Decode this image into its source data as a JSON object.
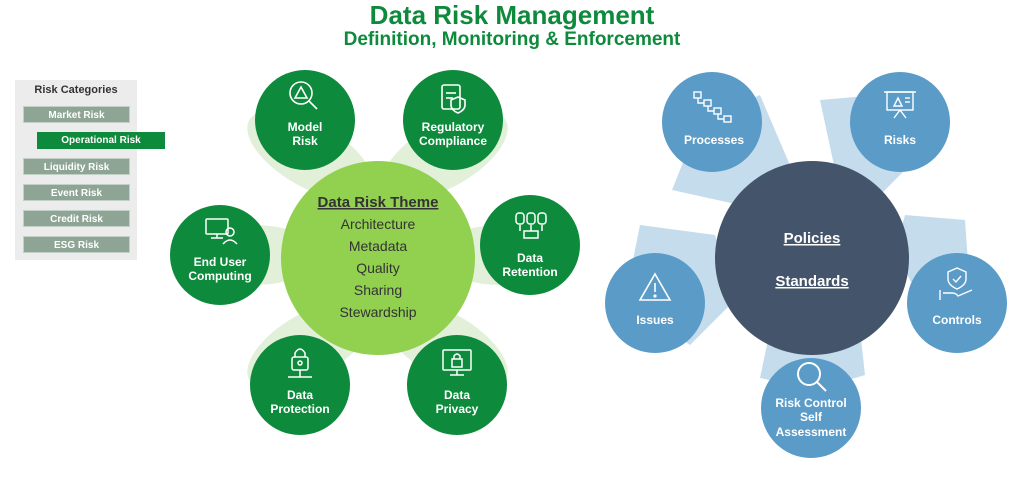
{
  "header": {
    "title": "Data Risk Management",
    "subtitle": "Definition, Monitoring & Enforcement"
  },
  "risk_categories": {
    "heading": "Risk Categories",
    "items": [
      {
        "label": "Market Risk",
        "active": false
      },
      {
        "label": "Operational Risk",
        "active": true
      },
      {
        "label": "Liquidity Risk",
        "active": false
      },
      {
        "label": "Event Risk",
        "active": false
      },
      {
        "label": "Credit Risk",
        "active": false
      },
      {
        "label": "ESG Risk",
        "active": false
      }
    ]
  },
  "left_diagram": {
    "center_title": "Data Risk Theme",
    "center_items": [
      "Architecture",
      "Metadata",
      "Quality",
      "Sharing",
      "Stewardship"
    ],
    "nodes": [
      {
        "id": "model-risk",
        "lines": [
          "Model",
          "Risk"
        ],
        "icon": "magnifier-warning-icon"
      },
      {
        "id": "regulatory-compliance",
        "lines": [
          "Regulatory",
          "Compliance"
        ],
        "icon": "clipboard-shield-icon"
      },
      {
        "id": "data-retention",
        "lines": [
          "Data",
          "Retention"
        ],
        "icon": "database-icon"
      },
      {
        "id": "data-privacy",
        "lines": [
          "Data",
          "Privacy"
        ],
        "icon": "monitor-lock-icon"
      },
      {
        "id": "data-protection",
        "lines": [
          "Data",
          "Protection"
        ],
        "icon": "padlock-network-icon"
      },
      {
        "id": "end-user-computing",
        "lines": [
          "End User",
          "Computing"
        ],
        "icon": "user-computer-icon"
      }
    ]
  },
  "right_diagram": {
    "center_lines": [
      "Policies",
      "Standards"
    ],
    "nodes": [
      {
        "id": "processes",
        "lines": [
          "Processes"
        ],
        "icon": "flowchart-icon"
      },
      {
        "id": "risks",
        "lines": [
          "Risks"
        ],
        "icon": "presentation-warning-icon"
      },
      {
        "id": "controls",
        "lines": [
          "Controls"
        ],
        "icon": "hand-shield-icon"
      },
      {
        "id": "risk-control-self-assessment",
        "lines": [
          "Risk Control",
          "Self",
          "Assessment"
        ],
        "icon": "magnifier-icon"
      },
      {
        "id": "issues",
        "lines": [
          "Issues"
        ],
        "icon": "warning-triangle-icon"
      }
    ]
  },
  "colors": {
    "green_dark": "#0e8a3c",
    "green_center": "#92d050",
    "green_petal": "#e2efd9",
    "blue_node": "#5b9bc8",
    "blue_petal": "#c5dcec",
    "navy_center": "#44546a",
    "category_gray": "#8ea596"
  }
}
